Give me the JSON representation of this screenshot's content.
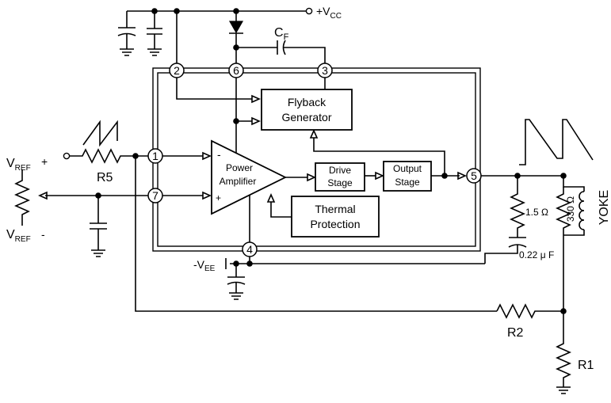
{
  "supply": {
    "vcc_prefix": "+V",
    "vcc_sub": "CC",
    "vee_prefix": "-V",
    "vee_sub": "EE"
  },
  "cap_cf": {
    "main": "C",
    "sub": "F"
  },
  "pins": [
    "1",
    "2",
    "3",
    "4",
    "5",
    "6",
    "7"
  ],
  "blocks": {
    "flyback_line1": "Flyback",
    "flyback_line2": "Generator",
    "amp_line1": "Power",
    "amp_line2": "Amplifier",
    "amp_minus": "-",
    "amp_plus": "+",
    "drive_line1": "Drive",
    "drive_line2": "Stage",
    "output_line1": "Output",
    "output_line2": "Stage",
    "thermal_line1": "Thermal",
    "thermal_line2": "Protection"
  },
  "vref": {
    "top_main": "V",
    "top_sub": "REF",
    "top_sign": "+",
    "bottom_main": "V",
    "bottom_sub": "REF",
    "bottom_sign": "-"
  },
  "components": {
    "r5": "R5",
    "r2": "R2",
    "r1": "R1",
    "r_damp": "1.5 Ω",
    "r_yoke": "330 Ω",
    "c_damp": "0.22 μ F",
    "yoke": "YOKE"
  }
}
